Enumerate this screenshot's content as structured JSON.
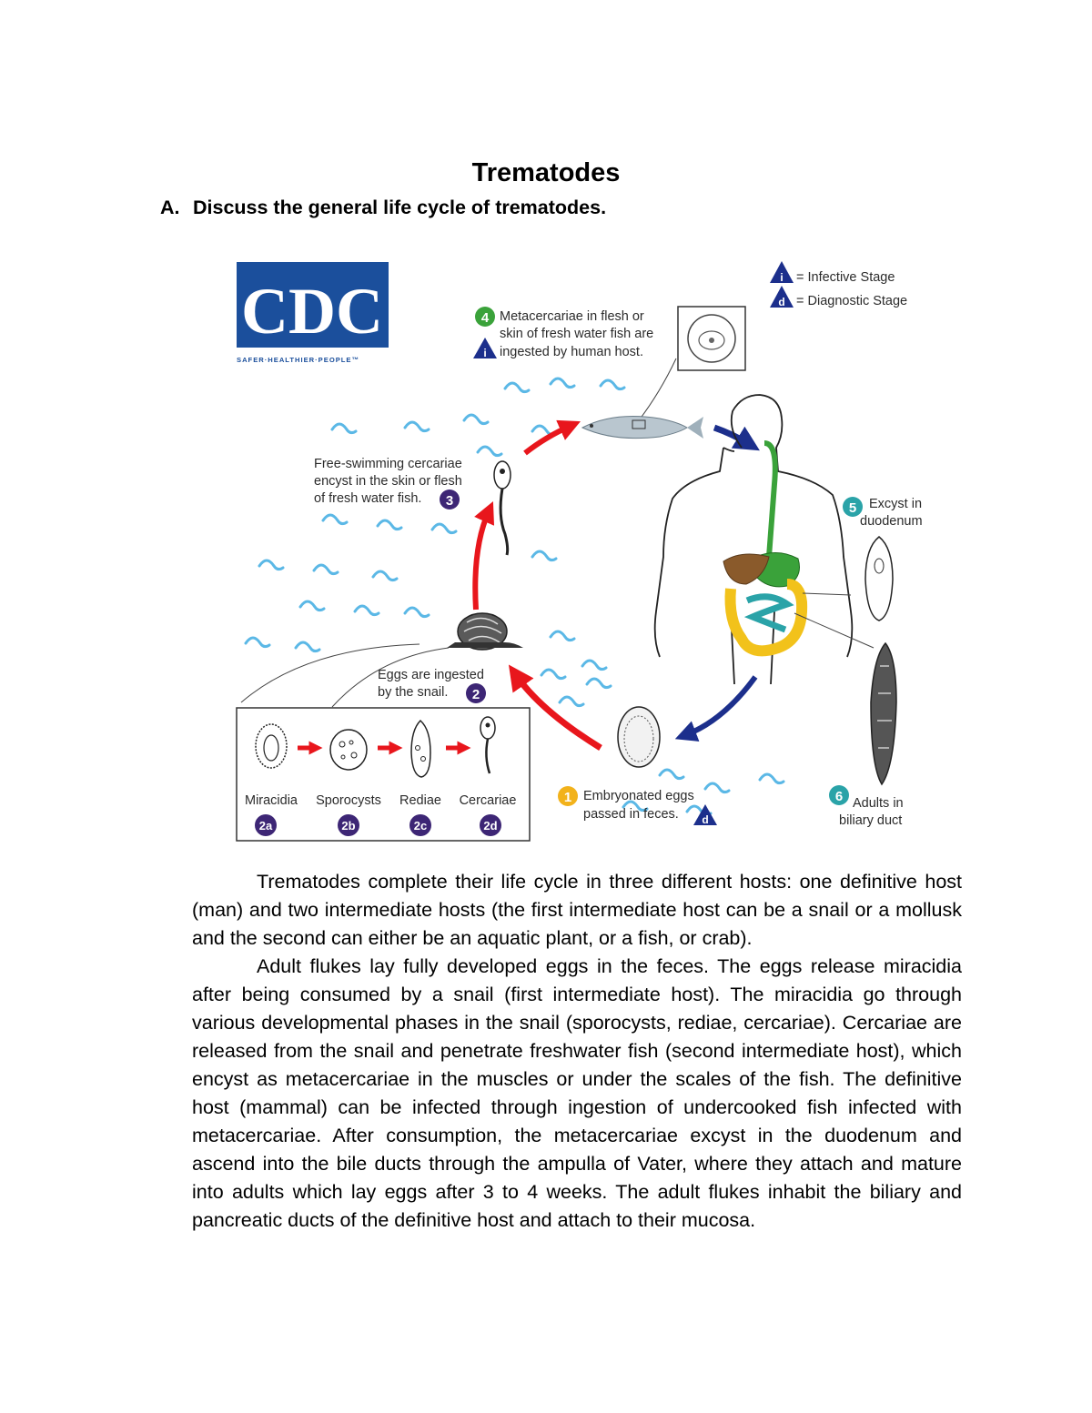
{
  "document": {
    "title": "Trematodes",
    "question_number": "A.",
    "question_text": "Discuss the general life cycle of trematodes."
  },
  "figure": {
    "logo": {
      "letters": "CDC",
      "tagline": "SAFER·HEALTHIER·PEOPLE™"
    },
    "legend": {
      "infective_symbol": "i",
      "infective_label": "= Infective Stage",
      "diagnostic_symbol": "d",
      "diagnostic_label": "= Diagnostic Stage"
    },
    "stages": {
      "s1": {
        "badge": "1",
        "line1": "Embryonated eggs",
        "line2": "passed in feces."
      },
      "s2": {
        "badge": "2",
        "line1": "Eggs are ingested",
        "line2": "by the snail."
      },
      "s3": {
        "badge": "3",
        "line1": "Free-swimming cercariae",
        "line2": "encyst in the skin or flesh",
        "line3": "of fresh water fish."
      },
      "s4": {
        "badge": "4",
        "line1": "Metacercariae in flesh or",
        "line2": "skin of fresh water fish are",
        "line3": "ingested by human host."
      },
      "s5": {
        "badge": "5",
        "line1": "Excyst in",
        "line2": "duodenum"
      },
      "s6": {
        "badge": "6",
        "line1": "Adults in",
        "line2": "biliary duct"
      }
    },
    "snail_stages": [
      {
        "name": "Miracidia",
        "badge": "2a"
      },
      {
        "name": "Sporocysts",
        "badge": "2b"
      },
      {
        "name": "Rediae",
        "badge": "2c"
      },
      {
        "name": "Cercariae",
        "badge": "2d"
      }
    ],
    "colors": {
      "cycle_arrow_red": "#e8161c",
      "cycle_arrow_blue": "#1c2f8c",
      "water": "#5bb8e6",
      "badge_green": "#3aa23a",
      "badge_purple": "#3d2675",
      "badge_teal": "#2aa3a8",
      "badge_yellow": "#f2b21b",
      "cdc_blue": "#1b4f9c"
    }
  },
  "body": {
    "p1": "Trematodes complete their life cycle in three different hosts: one definitive host (man) and two intermediate hosts (the first intermediate host can be a snail or a mollusk and the second can either be an aquatic plant, or a fish, or crab).",
    "p2": "Adult flukes lay fully developed eggs in the feces. The eggs release miracidia after being consumed by a snail (first intermediate host). The miracidia go through various developmental phases in the snail (sporocysts, rediae, cercariae). Cercariae are released from the snail and penetrate freshwater fish (second intermediate host), which encyst as metacercariae in the muscles or under the scales of the fish. The definitive host (mammal) can be infected through ingestion of undercooked fish infected with metacercariae. After consumption, the metacercariae excyst in the duodenum and ascend into the bile ducts through the ampulla of Vater, where they attach and mature into adults which lay eggs after 3 to 4 weeks. The adult flukes inhabit the biliary and pancreatic ducts of the definitive host and attach to their mucosa."
  }
}
